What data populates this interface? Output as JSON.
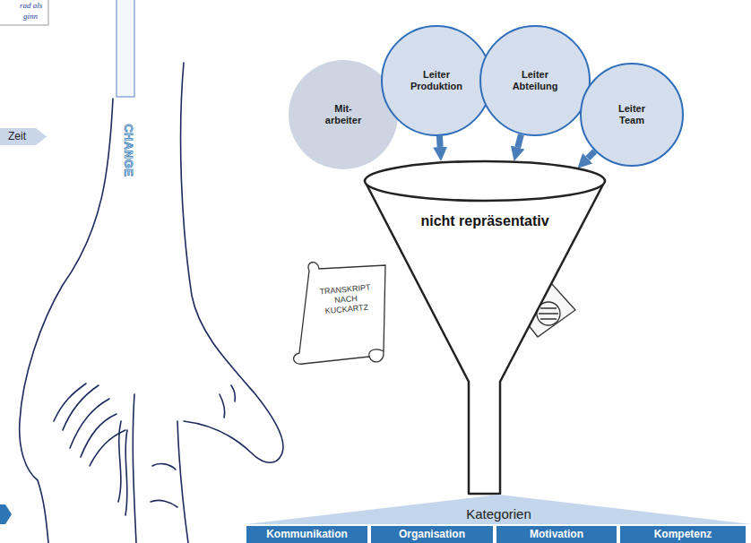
{
  "diagram": {
    "nodes": [
      {
        "text": [
          "Zeit"
        ]
      },
      {
        "text": [
          "Mit- arbeiter"
        ]
      },
      {
        "text": [
          "Leiter Produktion"
        ]
      },
      {
        "text": [
          "Leiter Abteilung"
        ]
      },
      {
        "text": [
          "Leiter Team"
        ]
      },
      {
        "text": [
          "nicht repräsentativ"
        ]
      },
      {
        "text": [
          "Kategorien"
        ]
      },
      {
        "text": [
          "Kommunikation"
        ]
      },
      {
        "text": [
          "Organisation"
        ]
      },
      {
        "text": [
          "Motivation"
        ]
      },
      {
        "text": [
          "Kompetenz"
        ]
      }
    ],
    "edges": [
      {
        "from": 2,
        "to": 5,
        "arrow": "to"
      },
      {
        "from": 3,
        "to": 5,
        "arrow": "to"
      },
      {
        "from": 4,
        "to": 5,
        "arrow": "to"
      }
    ],
    "labels": [
      "rad als",
      "ginn",
      "CHANGE",
      "TRANSKRIPT NACH KUCKARTZ"
    ]
  }
}
